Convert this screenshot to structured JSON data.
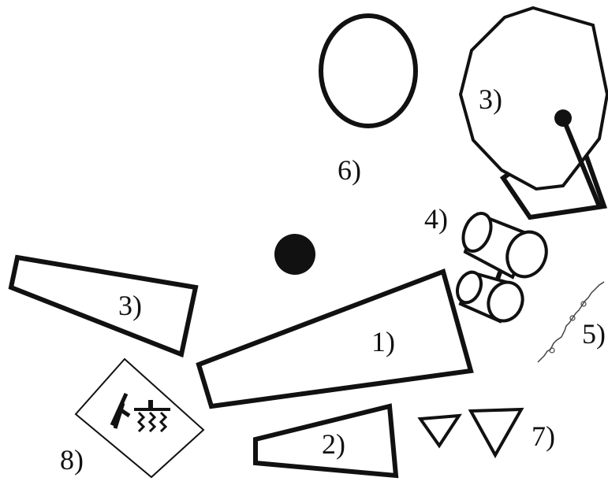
{
  "labels": {
    "wedge_large": "1)",
    "wedge_small": "2)",
    "wedge_left": "3)",
    "wheel": "3)",
    "cylinders": "4)",
    "scribble": "5)",
    "ring": "6)",
    "triangles": "7)",
    "glyph_card": "8)"
  },
  "colors": {
    "ink": "#111111",
    "paper": "#ffffff"
  }
}
